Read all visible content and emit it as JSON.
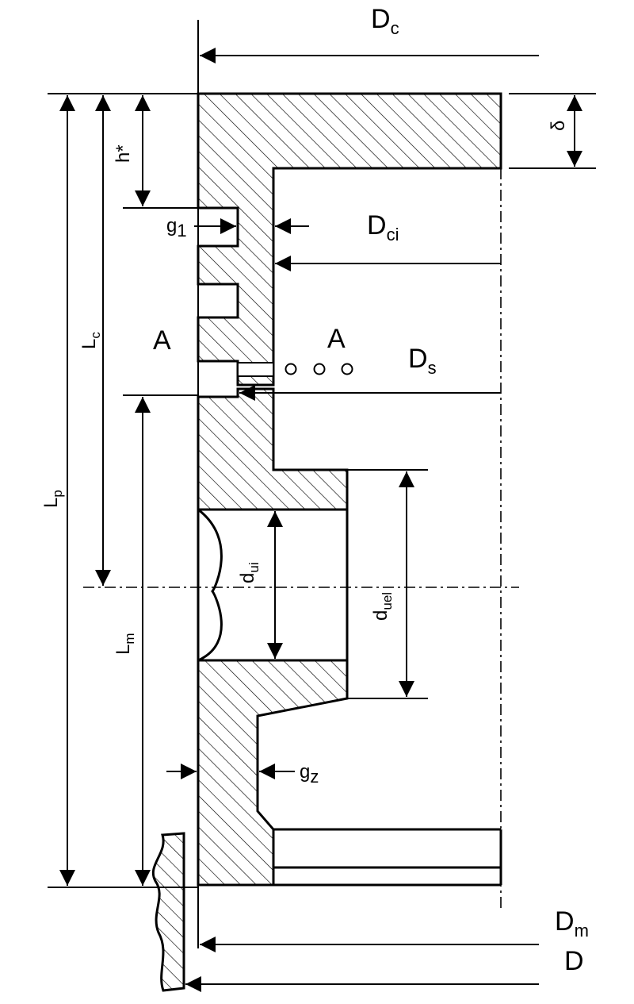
{
  "labels": {
    "Dc_main": "D",
    "Dc_sub": "c",
    "Dci_main": "D",
    "Dci_sub": "ci",
    "Ds_main": "D",
    "Ds_sub": "s",
    "Dm_main": "D",
    "Dm_sub": "m",
    "D": "D",
    "delta": "δ",
    "h_star": "h*",
    "g1_main": "g",
    "g1_sub": "1",
    "gz_main": "g",
    "gz_sub": "z",
    "A_left": "A",
    "A_right": "A",
    "Lc_main": "L",
    "Lc_sub": "c",
    "Lp_main": "L",
    "Lp_sub": "p",
    "Lm_main": "L",
    "Lm_sub": "m",
    "dui_main": "d",
    "dui_sub": "ui",
    "duel_main": "d",
    "duel_sub": "uel"
  }
}
